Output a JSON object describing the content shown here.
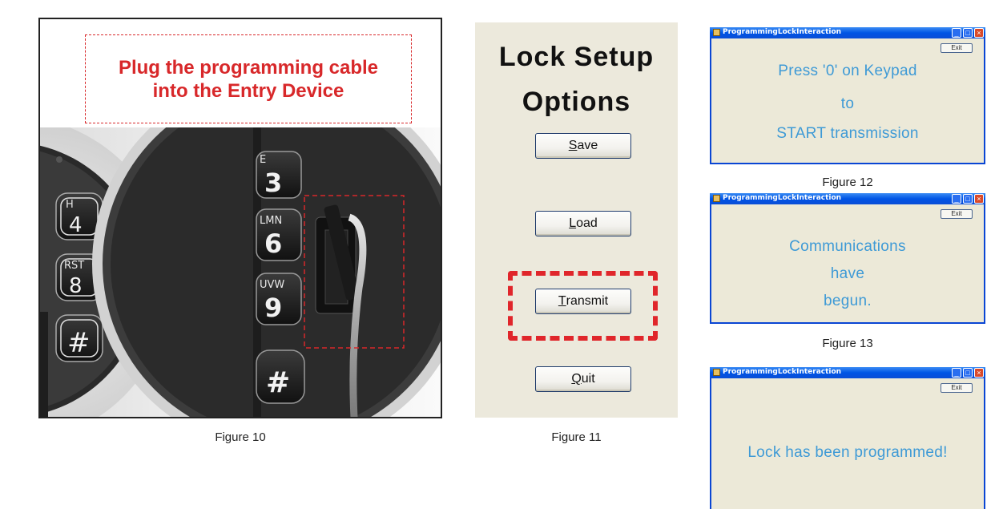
{
  "figure10": {
    "callout": [
      "Plug the programming cable",
      "into the Entry Device"
    ],
    "caption": "Figure 10",
    "keys_left": [
      {
        "label": "4",
        "super": "H"
      },
      {
        "label": "8",
        "super": "RST"
      },
      {
        "label": "#",
        "super": ""
      }
    ],
    "keys_right": [
      {
        "label": "3",
        "super": "E"
      },
      {
        "label": "6",
        "super": "LMN"
      },
      {
        "label": "9",
        "super": "UVW"
      },
      {
        "label": "#",
        "super": ""
      }
    ]
  },
  "figure11": {
    "title_line1": "Lock Setup",
    "title_line2": "Options",
    "buttons": [
      {
        "accel": "S",
        "rest": "ave"
      },
      {
        "accel": "L",
        "rest": "oad"
      },
      {
        "accel": "T",
        "rest": "ransmit"
      },
      {
        "accel": "Q",
        "rest": "uit"
      }
    ],
    "caption": "Figure 11"
  },
  "windows": [
    {
      "title": "ProgrammingLockInteraction",
      "exit": "Exit",
      "lines": [
        "Press '0' on Keypad",
        "to",
        "START transmission"
      ],
      "caption": "Figure 12"
    },
    {
      "title": "ProgrammingLockInteraction",
      "exit": "Exit",
      "lines": [
        "Communications",
        "have",
        "begun."
      ],
      "caption": "Figure 13"
    },
    {
      "title": "ProgrammingLockInteraction",
      "exit": "Exit",
      "lines": [
        "Lock has been programmed!"
      ],
      "caption": ""
    }
  ],
  "colors": {
    "accent_red": "#d8282a",
    "message_blue": "#3e9ad6",
    "xp_face": "#ece9d8",
    "titlebar_blue": "#0055e5"
  }
}
